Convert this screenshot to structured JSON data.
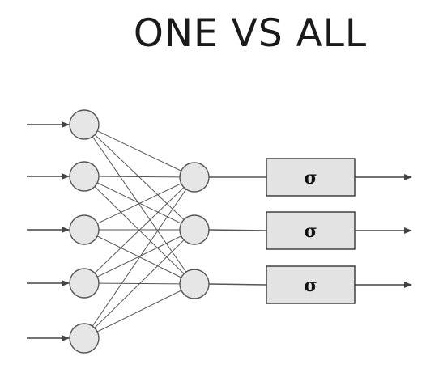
{
  "title": "ONE VS ALL",
  "diagram": {
    "input_count": 5,
    "hidden_count": 3,
    "output_blocks": [
      {
        "label": "σ"
      },
      {
        "label": "σ"
      },
      {
        "label": "σ"
      }
    ]
  },
  "colors": {
    "node_fill": "#e6e6e6",
    "line": "#555555",
    "block_fill": "#e3e3e3",
    "text": "#1a1a1a"
  }
}
